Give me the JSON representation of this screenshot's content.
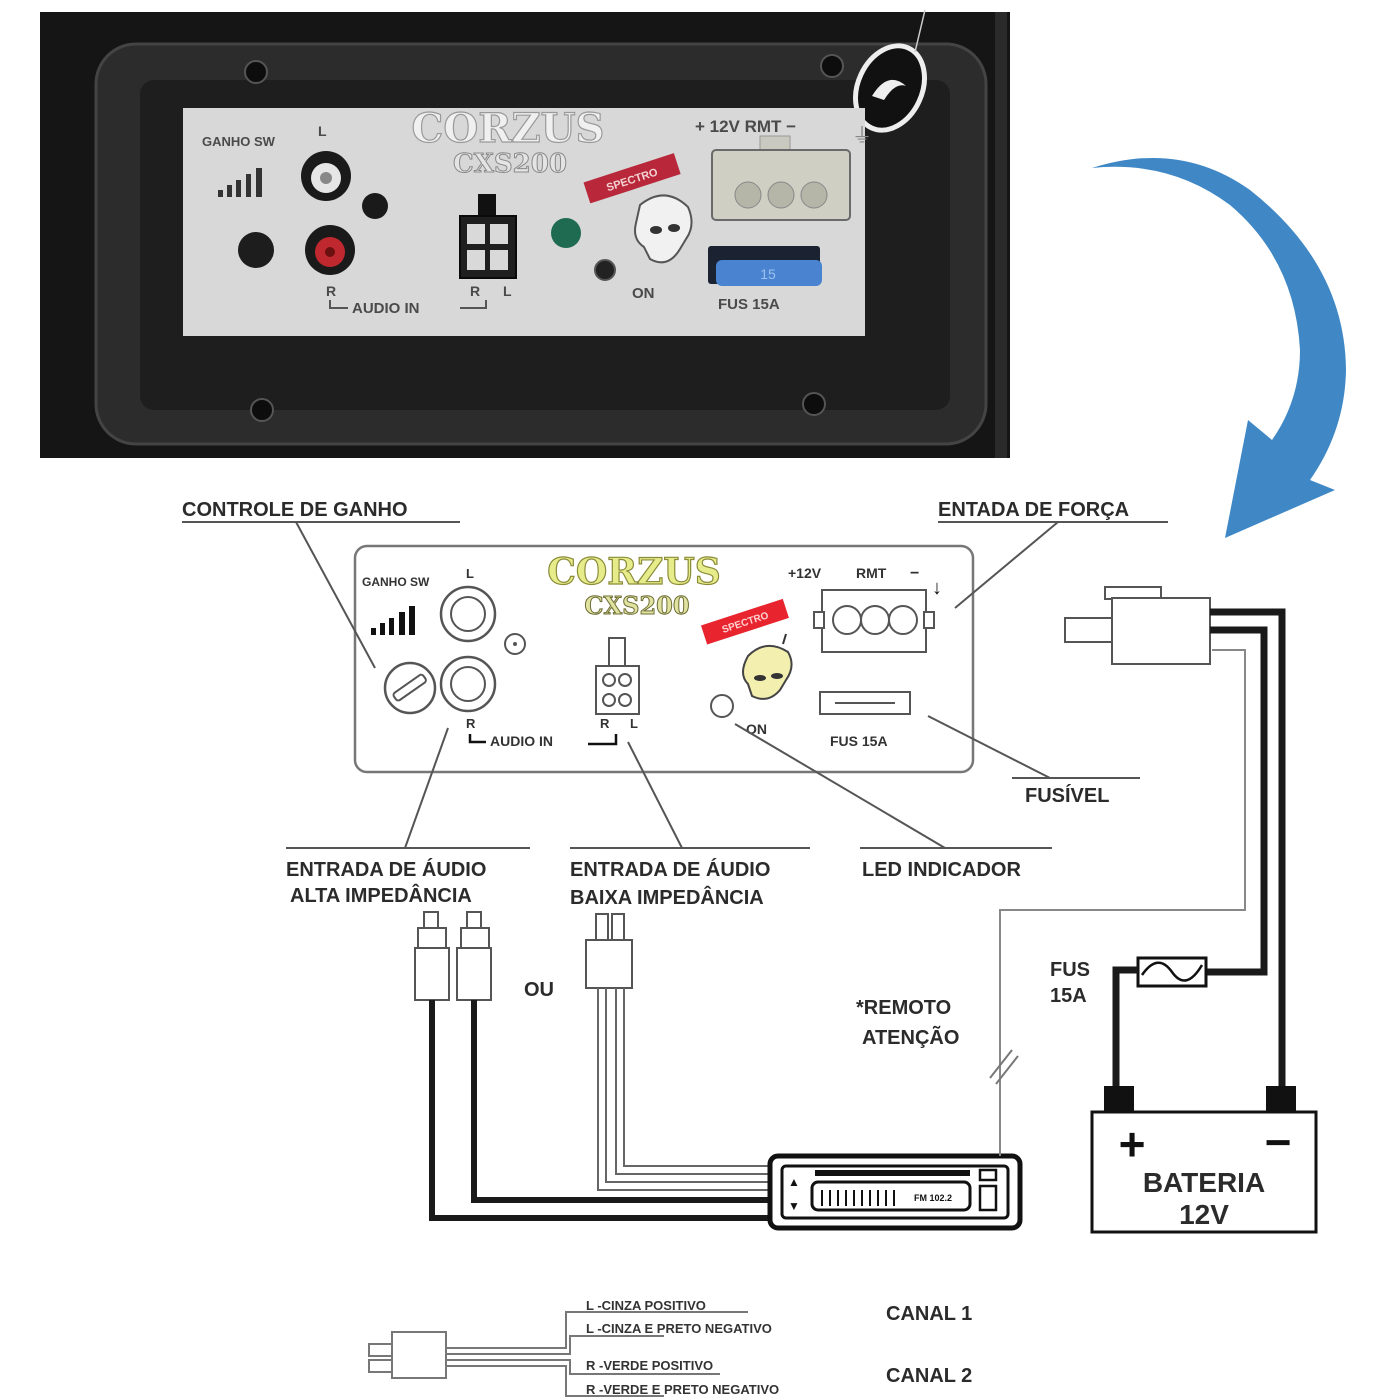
{
  "photo_panel": {
    "brand": "CORZUS",
    "model": "CXS200",
    "gain_label": "GANHO SW",
    "left_label": "L",
    "right_label": "R",
    "audio_in_label": "AUDIO IN",
    "connector_r": "R",
    "connector_l": "L",
    "power_label": "+ 12V RMT  −",
    "sticker_text": "SPECTRO",
    "on_label": "ON",
    "fuse_label": "FUS 15A",
    "fuse_value": "15",
    "colors": {
      "led": "#1f6b52",
      "rca_right": "#c0282f",
      "fuse": "#4a84d0",
      "sticker": "#c0283a"
    }
  },
  "arrow": {
    "color": "#3f88c5"
  },
  "diagram_panel": {
    "brand": "CORZUS",
    "model": "CXS200",
    "gain_label": "GANHO SW",
    "left_label": "L",
    "right_label": "R",
    "audio_in_label": "AUDIO IN",
    "connector_r": "R",
    "connector_l": "L",
    "power_plus_label": "+12V",
    "rmt_label": "RMT",
    "minus_label": "−",
    "sticker_text": "SPECTRO",
    "on_label": "ON",
    "fuse_label": "FUS 15A",
    "colors": {
      "logo": "#e7ec8a",
      "skull": "#f3efae",
      "sticker": "#e8252f"
    }
  },
  "callouts": {
    "gain_control": "CONTROLE DE GANHO",
    "power_input": "ENTADA DE FORÇA",
    "fuse": "FUSÍVEL",
    "high_imp_line1": "ENTRADA DE ÁUDIO",
    "high_imp_line2": "ALTA IMPEDÂNCIA",
    "low_imp_line1": "ENTRADA DE ÁUDIO",
    "low_imp_line2": "BAIXA IMPEDÂNCIA",
    "led": "LED INDICADOR"
  },
  "wiring": {
    "or_label": "OU",
    "remote_line1": "*REMOTO",
    "remote_line2": "ATENÇÃO",
    "inline_fuse_line1": "FUS",
    "inline_fuse_line2": "15A",
    "battery_plus": "+",
    "battery_minus": "−",
    "battery_line1": "BATERIA",
    "battery_line2": "12V",
    "radio_display": "FM 102.2"
  },
  "legend": {
    "wires": [
      "L -CINZA POSITIVO",
      "L -CINZA E PRETO NEGATIVO",
      "R -VERDE POSITIVO",
      "R -VERDE E PRETO NEGATIVO"
    ],
    "channel1": "CANAL 1",
    "channel2": "CANAL 2"
  }
}
